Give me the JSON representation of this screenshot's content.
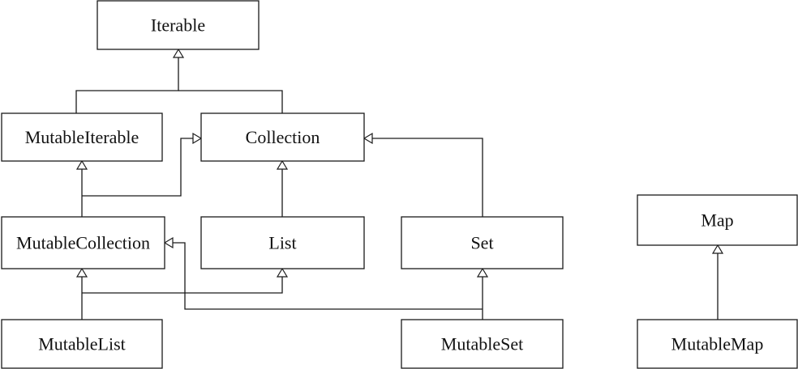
{
  "nodes": {
    "iterable": "Iterable",
    "mutable_iterable": "MutableIterable",
    "collection": "Collection",
    "mutable_collection": "MutableCollection",
    "list": "List",
    "set": "Set",
    "map": "Map",
    "mutable_list": "MutableList",
    "mutable_set": "MutableSet",
    "mutable_map": "MutableMap"
  },
  "edges": [
    {
      "from": "mutable_iterable",
      "to": "iterable"
    },
    {
      "from": "collection",
      "to": "iterable"
    },
    {
      "from": "mutable_collection",
      "to": "mutable_iterable"
    },
    {
      "from": "mutable_collection",
      "to": "collection"
    },
    {
      "from": "list",
      "to": "collection"
    },
    {
      "from": "set",
      "to": "collection"
    },
    {
      "from": "mutable_list",
      "to": "mutable_collection"
    },
    {
      "from": "mutable_list",
      "to": "list"
    },
    {
      "from": "mutable_set",
      "to": "set"
    },
    {
      "from": "mutable_set",
      "to": "mutable_collection"
    },
    {
      "from": "mutable_map",
      "to": "map"
    }
  ],
  "colors": {
    "stroke": "#1a1a1a",
    "background": "#ffffff"
  },
  "arrowhead": "hollow-triangle"
}
